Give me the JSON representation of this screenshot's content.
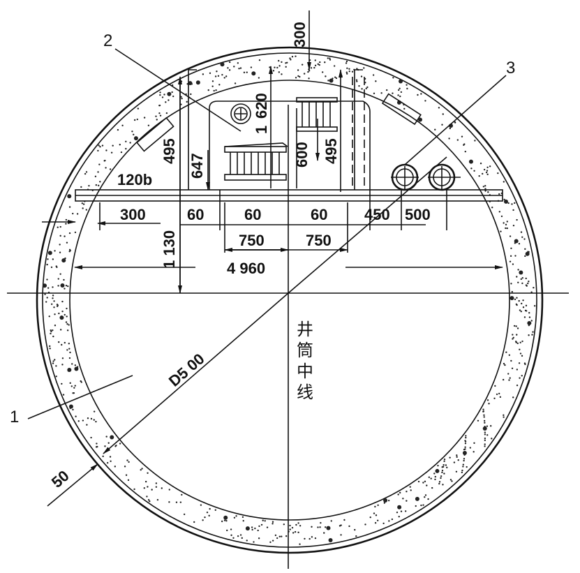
{
  "callouts": {
    "c1": "1",
    "c2": "2",
    "c3": "3"
  },
  "dimensions": {
    "d300_top": "300",
    "d620": "620",
    "d1_a": "1",
    "d600": "600",
    "d495_right": "495",
    "d495_left": "495",
    "d647": "647",
    "d120b": "120b",
    "d300_left": "300",
    "d60_a": "60",
    "d60_b": "60",
    "d60_c": "60",
    "d450": "450",
    "d500": "500",
    "d1130": "1 130",
    "d750_a": "750",
    "d750_b": "750",
    "d4960": "4 960",
    "diameter": "D5 00",
    "d50": "50"
  },
  "centerline_label": [
    "井",
    "筒",
    "中",
    "线"
  ]
}
